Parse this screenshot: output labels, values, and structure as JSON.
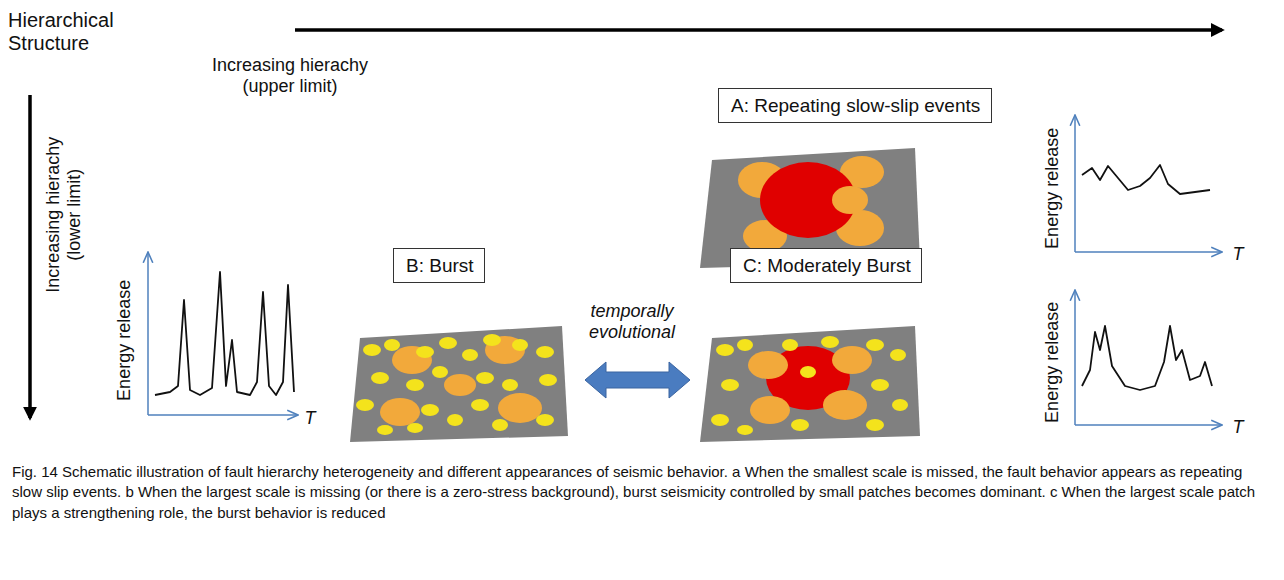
{
  "diagram": {
    "caption": "Fig. 14 Schematic illustration of fault hierarchy heterogeneity and different appearances of seismic behavior. a When the smallest scale is missed, the fault behavior appears as repeating slow slip events. b When the largest scale is missing (or there is a zero-stress background), burst seismicity controlled by small patches becomes dominant. c When the largest scale patch plays a strengthening role, the burst behavior is reduced",
    "nodes": [
      {
        "text": [
          "A: Repeating slow-slip events"
        ]
      },
      {
        "text": [
          "B: Burst"
        ]
      },
      {
        "text": [
          "C: Moderately Burst"
        ]
      }
    ],
    "labels": [
      "Hierarchical Structure",
      "Increasing hierachy (upper limit)",
      "Increasing hierachy (lower limit)",
      "Energy release",
      "T",
      "Energy release",
      "T",
      "temporally evolutional",
      "Energy release",
      "T"
    ]
  }
}
